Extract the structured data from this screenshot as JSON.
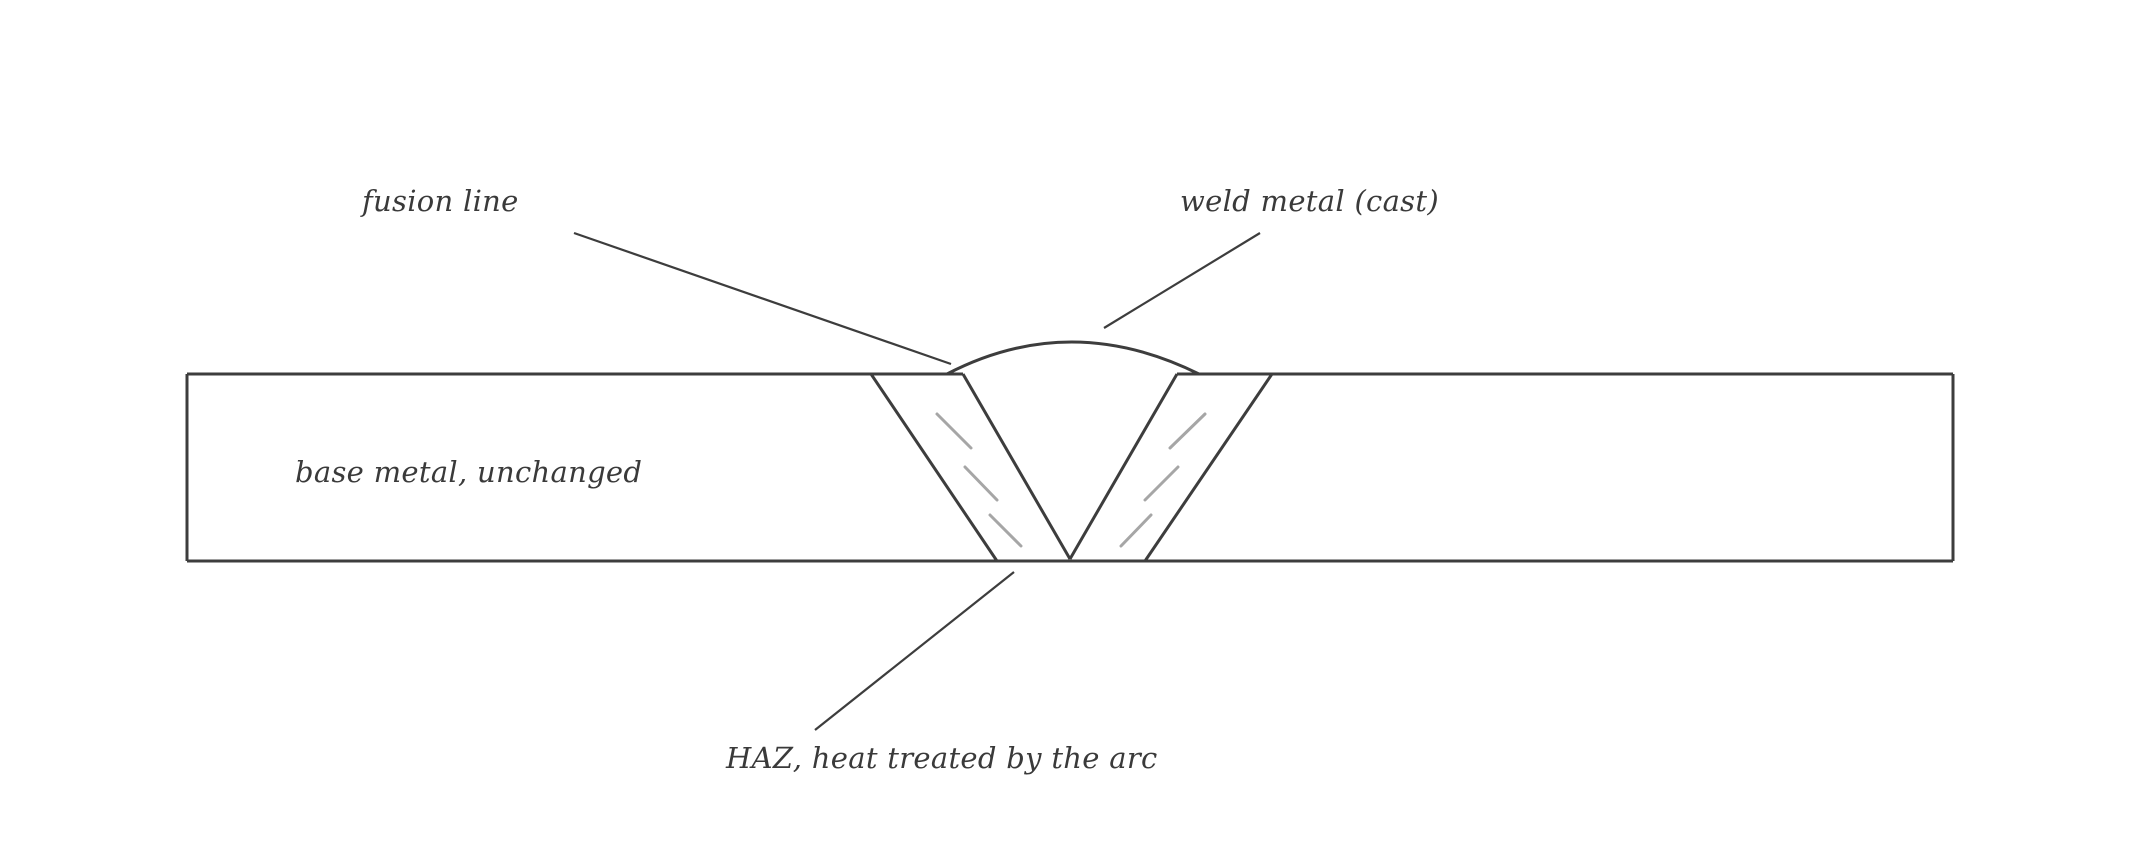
{
  "diagram": {
    "labels": {
      "fusion_line": "fusion line",
      "weld_metal": "weld metal (cast)",
      "base_metal": "base metal, unchanged",
      "haz": "HAZ, heat treated by the arc"
    },
    "colors": {
      "outline": "#3d3d3d",
      "haz_hatch": "#a6a6a6",
      "text": "#3a3a3a",
      "background": "#ffffff"
    }
  }
}
